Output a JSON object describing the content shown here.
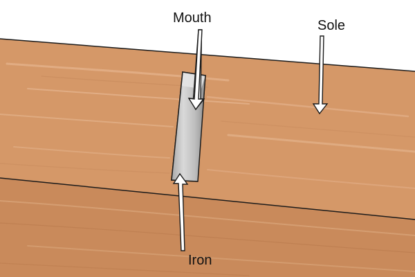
{
  "labels": {
    "mouth": "Mouth",
    "sole": "Sole",
    "iron": "Iron"
  },
  "colors": {
    "background": "#ffffff",
    "sole_wood": "#d59868",
    "side_wood": "#c98a5b",
    "grain": "#e3b18a",
    "grain_dark": "#b97a4c",
    "iron_light": "#d8d8d8",
    "iron_mid": "#b3b3b3",
    "iron_dark": "#8e8e8e",
    "outline": "#1a1a1a",
    "arrow_fill": "#ffffff"
  },
  "icons": {
    "arrow": "arrow-down-icon"
  }
}
